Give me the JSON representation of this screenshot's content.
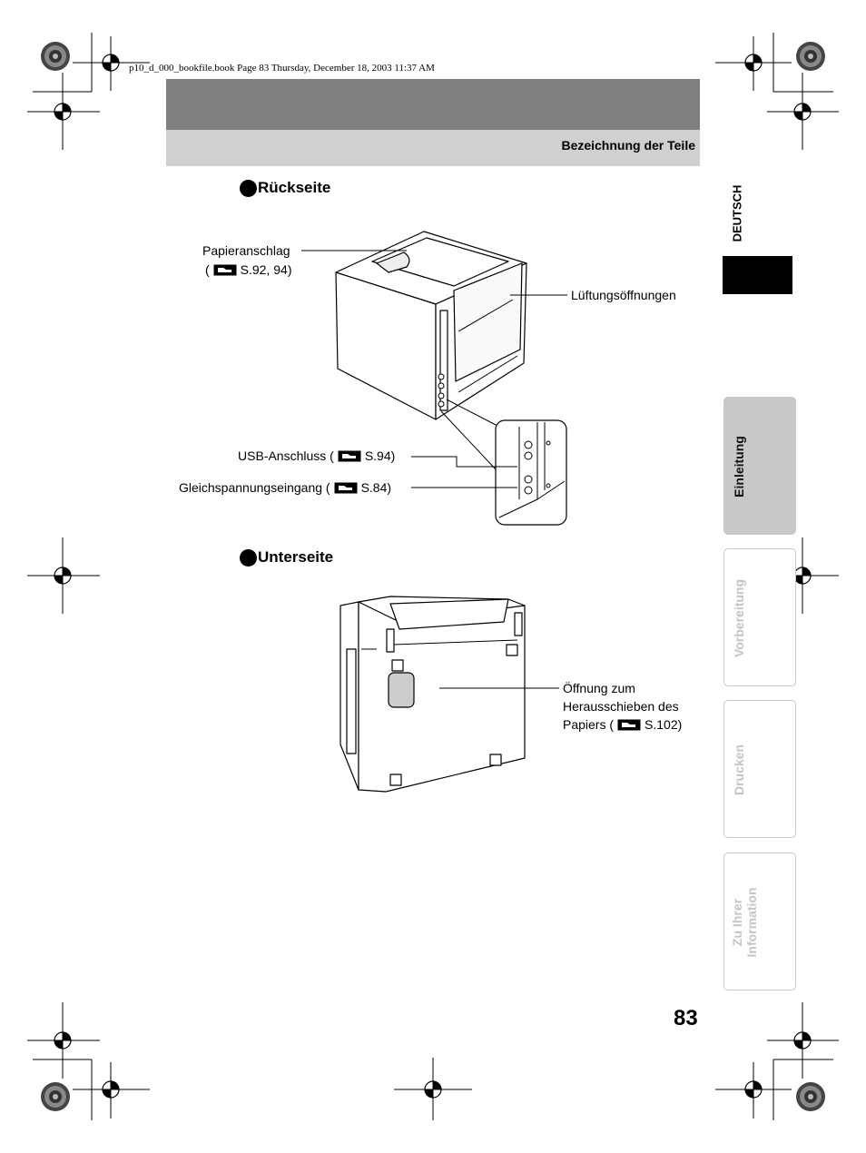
{
  "meta_line": "p10_d_000_bookfile.book  Page 83  Thursday, December 18, 2003  11:37 AM",
  "header": {
    "title": "Bezeichnung der Teile"
  },
  "sections": {
    "rueckseite": {
      "title": "Rückseite",
      "labels": {
        "papieranschlag": "Papieranschlag",
        "papieranschlag_ref": "S.92, 94",
        "lueftung": "Lüftungsöffnungen",
        "usb": "USB-Anschluss (",
        "usb_ref": "S.94)",
        "gleich": "Gleichspannungseingang (",
        "gleich_ref": "S.84)"
      }
    },
    "unterseite": {
      "title": "Unterseite",
      "labels": {
        "oeffnung_line1": "Öffnung zum",
        "oeffnung_line2": "Herausschieben des",
        "oeffnung_line3": "Papiers (",
        "oeffnung_ref": "S.102)"
      }
    }
  },
  "sidebar": {
    "language": "DEUTSCH",
    "tabs": [
      {
        "label": "Einleitung",
        "active": true
      },
      {
        "label": "Vorbereitung",
        "active": false
      },
      {
        "label": "Drucken",
        "active": false
      },
      {
        "label": "Zu Ihrer Information",
        "active": false
      }
    ]
  },
  "page_number": "83"
}
